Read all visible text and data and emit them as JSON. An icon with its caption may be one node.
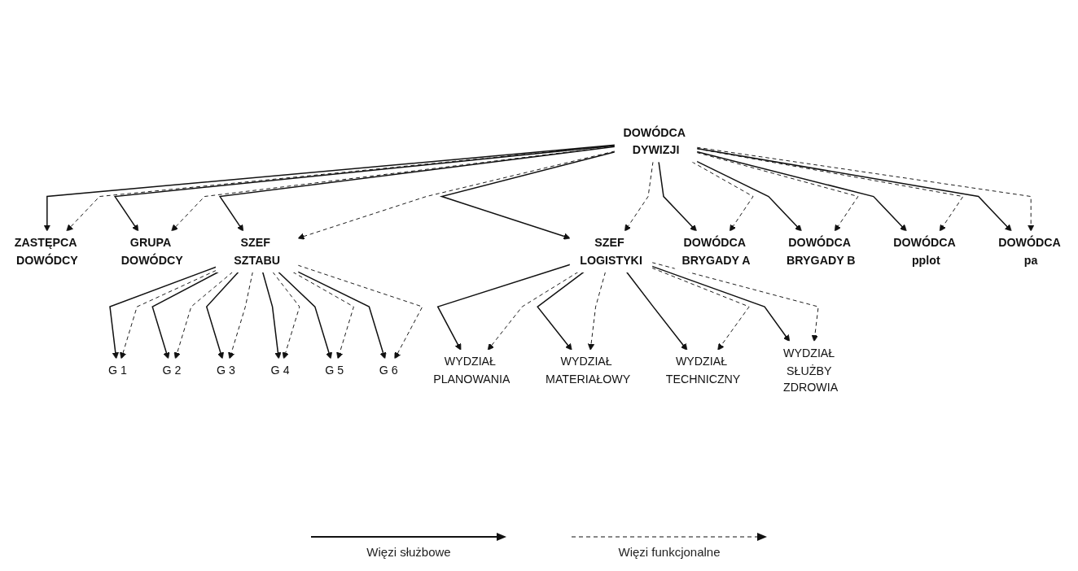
{
  "diagram": {
    "nodes": [
      {
        "text": [
          "DOWÓDCA DYWIZJI"
        ]
      },
      {
        "text": [
          "ZASTĘPCA DOWÓDCY"
        ]
      },
      {
        "text": [
          "GRUPA DOWÓDCY"
        ]
      },
      {
        "text": [
          "SZEF SZTABU"
        ]
      },
      {
        "text": [
          "SZEF LOGISTYKI"
        ]
      },
      {
        "text": [
          "DOWÓDCA BRYGADY A"
        ]
      },
      {
        "text": [
          "DOWÓDCA BRYGADY B"
        ]
      },
      {
        "text": [
          "DOWÓDCA pplot"
        ]
      },
      {
        "text": [
          "DOWÓDCA pa"
        ]
      },
      {
        "text": [
          "G 1"
        ]
      },
      {
        "text": [
          "G 2"
        ]
      },
      {
        "text": [
          "G 3"
        ]
      },
      {
        "text": [
          "G 4"
        ]
      },
      {
        "text": [
          "G 5"
        ]
      },
      {
        "text": [
          "G 6"
        ]
      },
      {
        "text": [
          "WYDZIAŁ PLANOWANIA"
        ]
      },
      {
        "text": [
          "WYDZIAŁ MATERIAŁOWY"
        ]
      },
      {
        "text": [
          "WYDZIAŁ TECHNICZNY"
        ]
      },
      {
        "text": [
          "WYDZIAŁ SŁUŻBY ZDROWIA"
        ]
      }
    ],
    "edges": [
      {
        "from": 0,
        "to": 1,
        "arrow": "to"
      },
      {
        "from": 0,
        "to": 1,
        "arrow": "to",
        "style": "dashed"
      },
      {
        "from": 0,
        "to": 2,
        "arrow": "to"
      },
      {
        "from": 0,
        "to": 2,
        "arrow": "to",
        "style": "dashed"
      },
      {
        "from": 0,
        "to": 3,
        "arrow": "to"
      },
      {
        "from": 0,
        "to": 3,
        "arrow": "to",
        "style": "dashed"
      },
      {
        "from": 0,
        "to": 4,
        "arrow": "to"
      },
      {
        "from": 0,
        "to": 4,
        "arrow": "to",
        "style": "dashed"
      },
      {
        "from": 0,
        "to": 5,
        "arrow": "to"
      },
      {
        "from": 0,
        "to": 5,
        "arrow": "to",
        "style": "dashed"
      },
      {
        "from": 0,
        "to": 6,
        "arrow": "to"
      },
      {
        "from": 0,
        "to": 6,
        "arrow": "to",
        "style": "dashed"
      },
      {
        "from": 0,
        "to": 7,
        "arrow": "to"
      },
      {
        "from": 0,
        "to": 7,
        "arrow": "to",
        "style": "dashed"
      },
      {
        "from": 0,
        "to": 8,
        "arrow": "to"
      },
      {
        "from": 0,
        "to": 8,
        "arrow": "to",
        "style": "dashed"
      },
      {
        "from": 3,
        "to": 9,
        "arrow": "to"
      },
      {
        "from": 3,
        "to": 9,
        "arrow": "to",
        "style": "dashed"
      },
      {
        "from": 3,
        "to": 10,
        "arrow": "to"
      },
      {
        "from": 3,
        "to": 10,
        "arrow": "to",
        "style": "dashed"
      },
      {
        "from": 3,
        "to": 11,
        "arrow": "to"
      },
      {
        "from": 3,
        "to": 11,
        "arrow": "to",
        "style": "dashed"
      },
      {
        "from": 3,
        "to": 12,
        "arrow": "to"
      },
      {
        "from": 3,
        "to": 12,
        "arrow": "to",
        "style": "dashed"
      },
      {
        "from": 3,
        "to": 13,
        "arrow": "to"
      },
      {
        "from": 3,
        "to": 13,
        "arrow": "to",
        "style": "dashed"
      },
      {
        "from": 3,
        "to": 14,
        "arrow": "to"
      },
      {
        "from": 3,
        "to": 14,
        "arrow": "to",
        "style": "dashed"
      },
      {
        "from": 4,
        "to": 15,
        "arrow": "to"
      },
      {
        "from": 4,
        "to": 15,
        "arrow": "to",
        "style": "dashed"
      },
      {
        "from": 4,
        "to": 16,
        "arrow": "to"
      },
      {
        "from": 4,
        "to": 16,
        "arrow": "to",
        "style": "dashed"
      },
      {
        "from": 4,
        "to": 17,
        "arrow": "to"
      },
      {
        "from": 4,
        "to": 17,
        "arrow": "to",
        "style": "dashed"
      },
      {
        "from": 4,
        "to": 18,
        "arrow": "to"
      },
      {
        "from": 4,
        "to": 18,
        "arrow": "to",
        "style": "dashed"
      }
    ],
    "legend": [
      {
        "text": "Więzi służbowe"
      },
      {
        "text": "Więzi funkcjonalne"
      }
    ]
  }
}
